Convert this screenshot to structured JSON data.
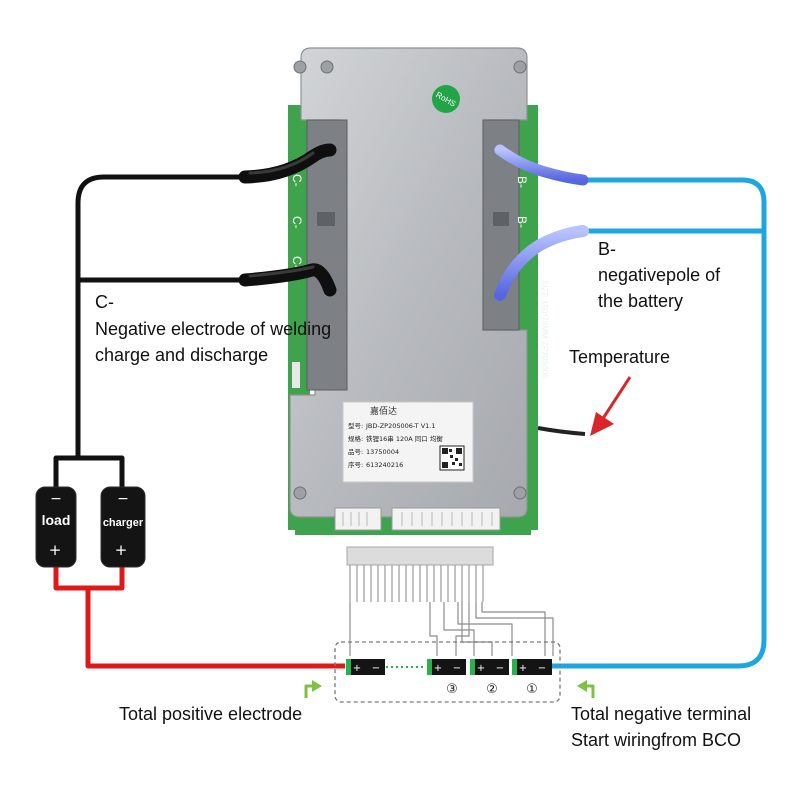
{
  "board": {
    "left_terminals": [
      "C-",
      "C-",
      "C-"
    ],
    "right_terminals": [
      "B-",
      "B-"
    ],
    "vertical_print": "SIZE 150*78MM   ZP20S006",
    "label_card": {
      "rows": [
        {
          "key": "型号:",
          "value": "JBD-ZP20S006-T V1.1"
        },
        {
          "key": "规格:",
          "value": "铁锂16串 120A 同口 均衡"
        },
        {
          "key": "品号:",
          "value": "13750004"
        },
        {
          "key": "序号:",
          "value": "613240216"
        }
      ],
      "brand": "嘉佰达"
    },
    "badge_text": "RoHS"
  },
  "devices": {
    "load": {
      "name": "load",
      "neg": "−",
      "pos": "+"
    },
    "charger": {
      "name": "charger",
      "neg": "−",
      "pos": "+"
    }
  },
  "annotations": {
    "c_minus": [
      "C-",
      "Negative electrode of welding",
      "charge and discharge"
    ],
    "b_minus": [
      "B-",
      "negativepole of",
      "the battery"
    ],
    "temperature": "Temperature",
    "total_positive": "Total positive electrode",
    "total_negative": [
      "Total negative terminal",
      "Start wiringfrom BCO"
    ]
  },
  "cells": [
    {
      "order": "③",
      "plus": "+",
      "minus": "−"
    },
    {
      "order": "②",
      "plus": "+",
      "minus": "−"
    },
    {
      "order": "①",
      "plus": "+",
      "minus": "−"
    }
  ],
  "first_cell": {
    "plus": "+",
    "minus": "−"
  },
  "colors": {
    "black_wire": "#111111",
    "red_wire": "#e01818",
    "blue_wire": "#1ea6e2",
    "pcb_green": "#3fa34d",
    "plate": "#b9bcbf",
    "arrow_red": "#d8262a",
    "arrow_green": "#7ec243"
  }
}
